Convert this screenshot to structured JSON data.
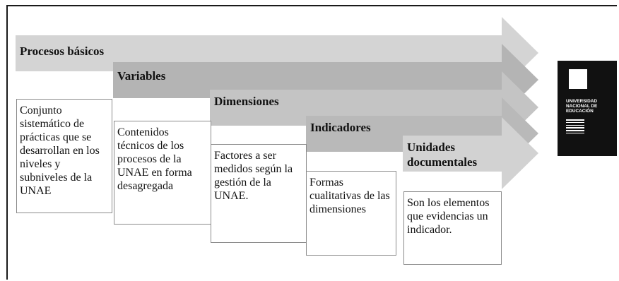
{
  "stages": [
    {
      "title": "Procesos básicos",
      "description": "Conjunto sistemático de prácticas que se desarrollan en los niveles y subniveles de la UNAE"
    },
    {
      "title": "Variables",
      "description": "Contenidos técnicos de los procesos de la UNAE en forma desagregada"
    },
    {
      "title": "Dimensiones",
      "description": "Factores a ser medidos según la gestión de la UNAE."
    },
    {
      "title": "Indicadores",
      "description": "Formas cualitativas de las dimensiones"
    },
    {
      "title": "Unidades documentales",
      "description": "Son los elementos que evidencias un indicador."
    }
  ],
  "colors": {
    "arrow_fill": [
      "#d4d4d4",
      "#b4b4b4",
      "#c4c4c4",
      "#b9b9b9",
      "#d2d2d2"
    ],
    "logo_bg": "#111111"
  },
  "logo": {
    "text": "UNIVERSIDAD NACIONAL DE EDUCACIÓN"
  }
}
